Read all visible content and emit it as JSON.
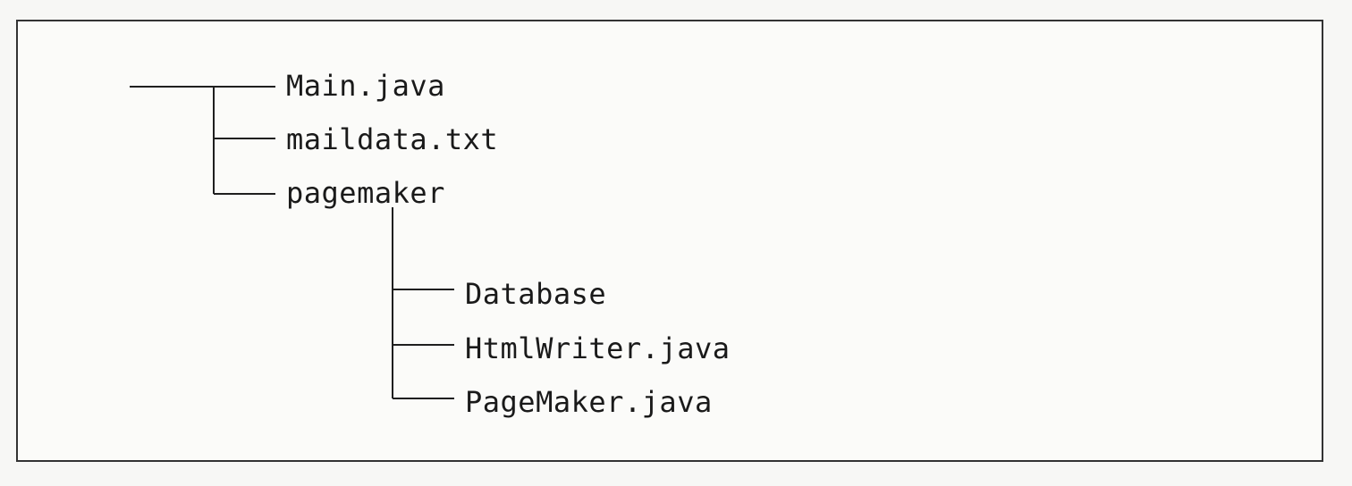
{
  "tree": {
    "root_children": [
      {
        "label": "Main.java"
      },
      {
        "label": "maildata.txt"
      },
      {
        "label": "pagemaker"
      }
    ],
    "pagemaker_children": [
      {
        "label": "Database"
      },
      {
        "label": "HtmlWriter.java"
      },
      {
        "label": "PageMaker.java"
      }
    ]
  },
  "colors": {
    "line": "#1f1f1f",
    "text": "#1a1a1a",
    "border": "#333333"
  }
}
